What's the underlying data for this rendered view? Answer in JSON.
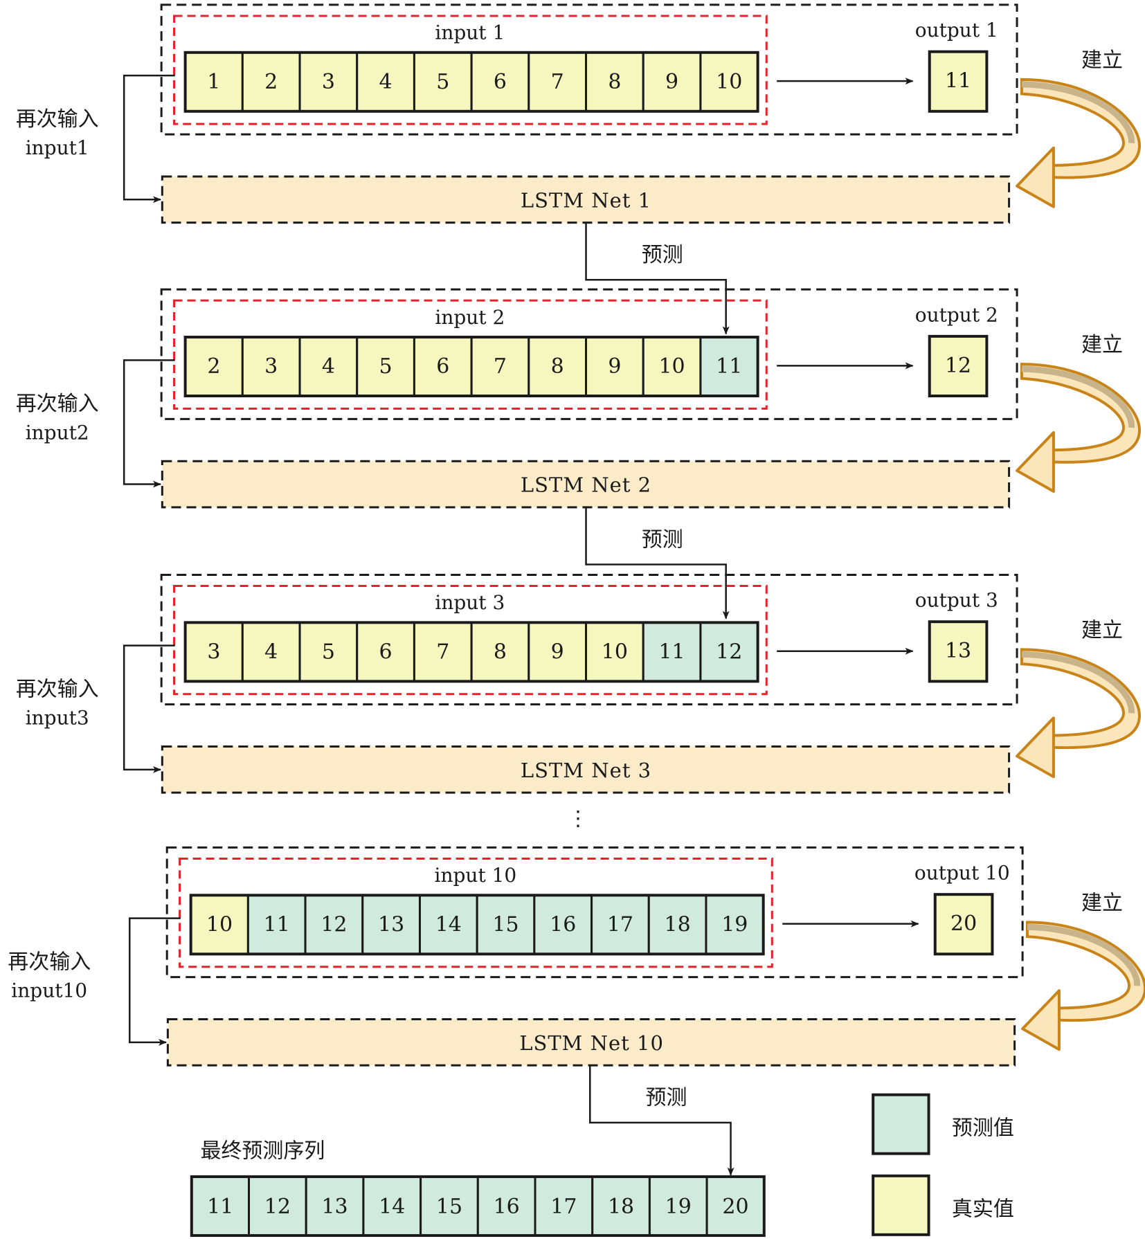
{
  "colors": {
    "real": "#f6f6bf",
    "predicted": "#d0eadf",
    "net_fill": "#fbebc8",
    "red_dash": "#e8202a",
    "black": "#1a1a1a",
    "curve_outline": "#c98419",
    "curve_inner": "#c8b48a",
    "curve_light": "#fbe6bc"
  },
  "stages": [
    {
      "input_label": "input 1",
      "output_label": "output 1",
      "output_value": "11",
      "output_type": "real",
      "net_label": "LSTM Net 1",
      "build_label": "建立",
      "reinput_label": [
        "再次输入",
        "input1"
      ],
      "cells": [
        {
          "value": "1",
          "type": "real"
        },
        {
          "value": "2",
          "type": "real"
        },
        {
          "value": "3",
          "type": "real"
        },
        {
          "value": "4",
          "type": "real"
        },
        {
          "value": "5",
          "type": "real"
        },
        {
          "value": "6",
          "type": "real"
        },
        {
          "value": "7",
          "type": "real"
        },
        {
          "value": "8",
          "type": "real"
        },
        {
          "value": "9",
          "type": "real"
        },
        {
          "value": "10",
          "type": "real"
        }
      ],
      "predict_label": "预测"
    },
    {
      "input_label": "input 2",
      "output_label": "output 2",
      "output_value": "12",
      "output_type": "real",
      "net_label": "LSTM Net 2",
      "build_label": "建立",
      "reinput_label": [
        "再次输入",
        "input2"
      ],
      "cells": [
        {
          "value": "2",
          "type": "real"
        },
        {
          "value": "3",
          "type": "real"
        },
        {
          "value": "4",
          "type": "real"
        },
        {
          "value": "5",
          "type": "real"
        },
        {
          "value": "6",
          "type": "real"
        },
        {
          "value": "7",
          "type": "real"
        },
        {
          "value": "8",
          "type": "real"
        },
        {
          "value": "9",
          "type": "real"
        },
        {
          "value": "10",
          "type": "real"
        },
        {
          "value": "11",
          "type": "predicted"
        }
      ],
      "predict_label": "预测"
    },
    {
      "input_label": "input 3",
      "output_label": "output 3",
      "output_value": "13",
      "output_type": "real",
      "net_label": "LSTM Net 3",
      "build_label": "建立",
      "reinput_label": [
        "再次输入",
        "input3"
      ],
      "cells": [
        {
          "value": "3",
          "type": "real"
        },
        {
          "value": "4",
          "type": "real"
        },
        {
          "value": "5",
          "type": "real"
        },
        {
          "value": "6",
          "type": "real"
        },
        {
          "value": "7",
          "type": "real"
        },
        {
          "value": "8",
          "type": "real"
        },
        {
          "value": "9",
          "type": "real"
        },
        {
          "value": "10",
          "type": "real"
        },
        {
          "value": "11",
          "type": "predicted"
        },
        {
          "value": "12",
          "type": "predicted"
        }
      ],
      "predict_label": null
    },
    {
      "input_label": "input 10",
      "output_label": "output 10",
      "output_value": "20",
      "output_type": "real",
      "net_label": "LSTM Net 10",
      "build_label": "建立",
      "reinput_label": [
        "再次输入",
        "input10"
      ],
      "cells": [
        {
          "value": "10",
          "type": "real"
        },
        {
          "value": "11",
          "type": "predicted"
        },
        {
          "value": "12",
          "type": "predicted"
        },
        {
          "value": "13",
          "type": "predicted"
        },
        {
          "value": "14",
          "type": "predicted"
        },
        {
          "value": "15",
          "type": "predicted"
        },
        {
          "value": "16",
          "type": "predicted"
        },
        {
          "value": "17",
          "type": "predicted"
        },
        {
          "value": "18",
          "type": "predicted"
        },
        {
          "value": "19",
          "type": "predicted"
        }
      ],
      "predict_label": "预测"
    }
  ],
  "ellipsis": "⋮",
  "final": {
    "label": "最终预测序列",
    "cells": [
      "11",
      "12",
      "13",
      "14",
      "15",
      "16",
      "17",
      "18",
      "19",
      "20"
    ]
  },
  "legend": [
    {
      "label": "预测值",
      "type": "predicted"
    },
    {
      "label": "真实值",
      "type": "real"
    }
  ]
}
